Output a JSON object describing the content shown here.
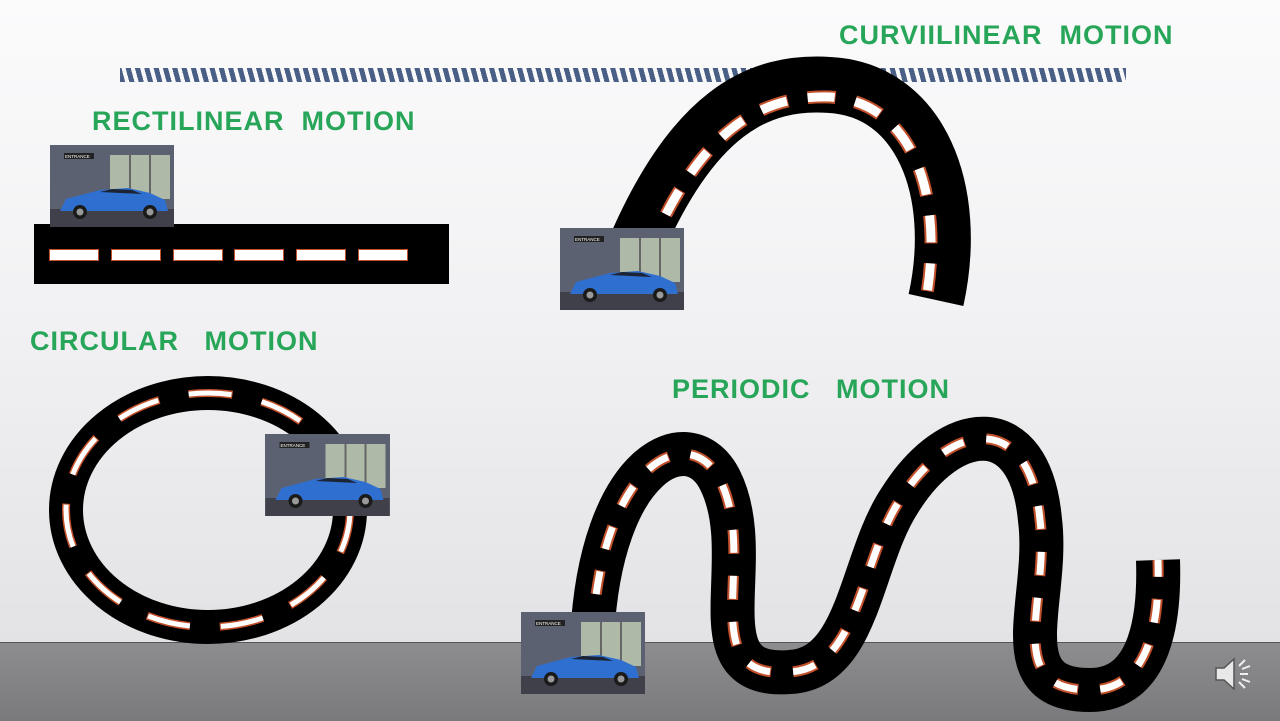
{
  "labels": {
    "rectilinear": "RECTILINEAR  MOTION",
    "curvilinear": "CURVIILINEAR  MOTION",
    "circular": "CIRCULAR   MOTION",
    "periodic": "PERIODIC   MOTION"
  },
  "car_sign": "ENTRANCE",
  "colors": {
    "label_green": "#27a659",
    "road": "#000000",
    "dash_fill": "#ffffff",
    "dash_outline": "#c2502a",
    "car_body": "#2f6fd0",
    "stripe": "#4a5f86"
  },
  "icons": [
    "speaker-icon"
  ]
}
